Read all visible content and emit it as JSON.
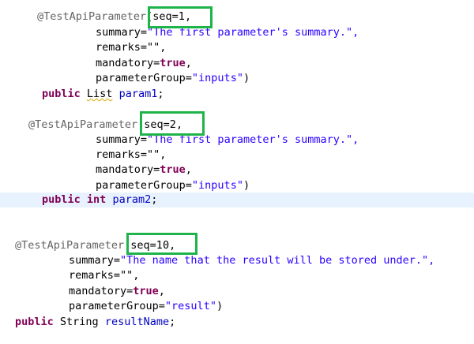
{
  "colors": {
    "annotation": "#646464",
    "keyword": "#7f0055",
    "string": "#2a00ff",
    "field": "#0000c0",
    "current_line": "#e8f2fe",
    "callout_box": "#1fb44a"
  },
  "blocks": [
    {
      "annotation": "@TestApiParameter",
      "seq": "(seq=1,",
      "summary_key": "summary=",
      "summary_val": "\"The first parameter's summary.\",",
      "remarks": "remarks=\"\",",
      "mandatory_key": "mandatory=",
      "mandatory_val": "true",
      "mandatory_end": ",",
      "group_key": "parameterGroup=",
      "group_val": "\"inputs\"",
      "group_end": ")",
      "modifier": "public",
      "type": "List",
      "name": "param1",
      "end": ";"
    },
    {
      "annotation": "@TestApiParameter",
      "seq": "(seq=2,",
      "summary_key": "summary=",
      "summary_val": "\"The first parameter's summary.\",",
      "remarks": "remarks=\"\",",
      "mandatory_key": "mandatory=",
      "mandatory_val": "true",
      "mandatory_end": ",",
      "group_key": "parameterGroup=",
      "group_val": "\"inputs\"",
      "group_end": ")",
      "modifier": "public",
      "type": "int",
      "name": "param2",
      "end": ";"
    },
    {
      "annotation": "@TestApiParameter",
      "seq": "(seq=10,",
      "summary_key": "summary=",
      "summary_val": "\"The name that the result will be stored under.\",",
      "remarks": "remarks=\"\",",
      "mandatory_key": "mandatory=",
      "mandatory_val": "true",
      "mandatory_end": ",",
      "group_key": "parameterGroup=",
      "group_val": "\"result\"",
      "group_end": ")",
      "modifier": "public",
      "type": "String",
      "name": "resultName",
      "end": ";"
    }
  ]
}
